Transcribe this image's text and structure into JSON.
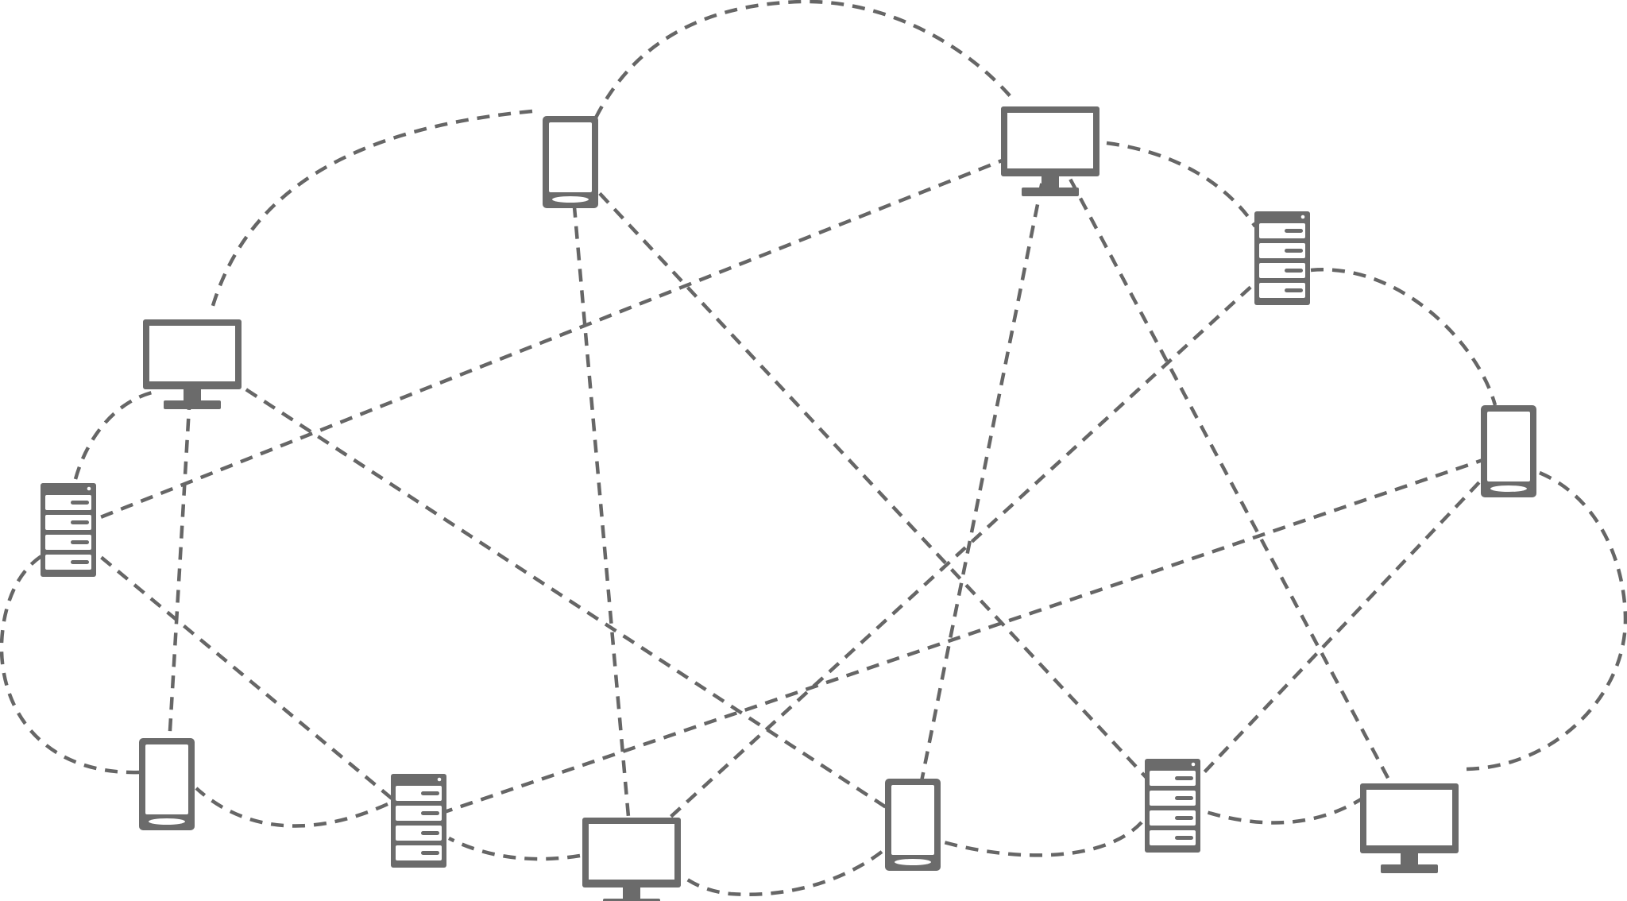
{
  "diagram": {
    "type": "network-cloud",
    "colors": {
      "device_fill": "#6b6b6b",
      "device_screen": "#ffffff",
      "line_stroke": "#666666",
      "background": "#ffffff"
    },
    "node_kinds": [
      "desktop-monitor",
      "smartphone",
      "server-rack"
    ],
    "nodes": [
      {
        "id": "phone-top-center",
        "kind": "smartphone"
      },
      {
        "id": "monitor-top-right",
        "kind": "desktop-monitor"
      },
      {
        "id": "server-top-right",
        "kind": "server-rack"
      },
      {
        "id": "monitor-left",
        "kind": "desktop-monitor"
      },
      {
        "id": "server-left",
        "kind": "server-rack"
      },
      {
        "id": "phone-right",
        "kind": "smartphone"
      },
      {
        "id": "phone-bottom-left",
        "kind": "smartphone"
      },
      {
        "id": "server-bottom-left",
        "kind": "server-rack"
      },
      {
        "id": "monitor-bottom-center",
        "kind": "desktop-monitor"
      },
      {
        "id": "phone-bottom-center",
        "kind": "smartphone"
      },
      {
        "id": "server-bottom-right",
        "kind": "server-rack"
      },
      {
        "id": "monitor-bottom-right",
        "kind": "desktop-monitor"
      }
    ],
    "connections": [
      [
        "phone-top-center",
        "monitor-bottom-center"
      ],
      [
        "phone-top-center",
        "server-bottom-right"
      ],
      [
        "monitor-top-right",
        "server-left"
      ],
      [
        "monitor-top-right",
        "phone-bottom-center"
      ],
      [
        "monitor-top-right",
        "monitor-bottom-right"
      ],
      [
        "server-top-right",
        "monitor-bottom-center"
      ],
      [
        "monitor-left",
        "phone-bottom-left"
      ],
      [
        "monitor-left",
        "phone-bottom-center"
      ],
      [
        "server-left",
        "server-bottom-left"
      ],
      [
        "phone-right",
        "server-bottom-left"
      ],
      [
        "phone-right",
        "server-bottom-right"
      ]
    ],
    "cloud_outline": true
  }
}
